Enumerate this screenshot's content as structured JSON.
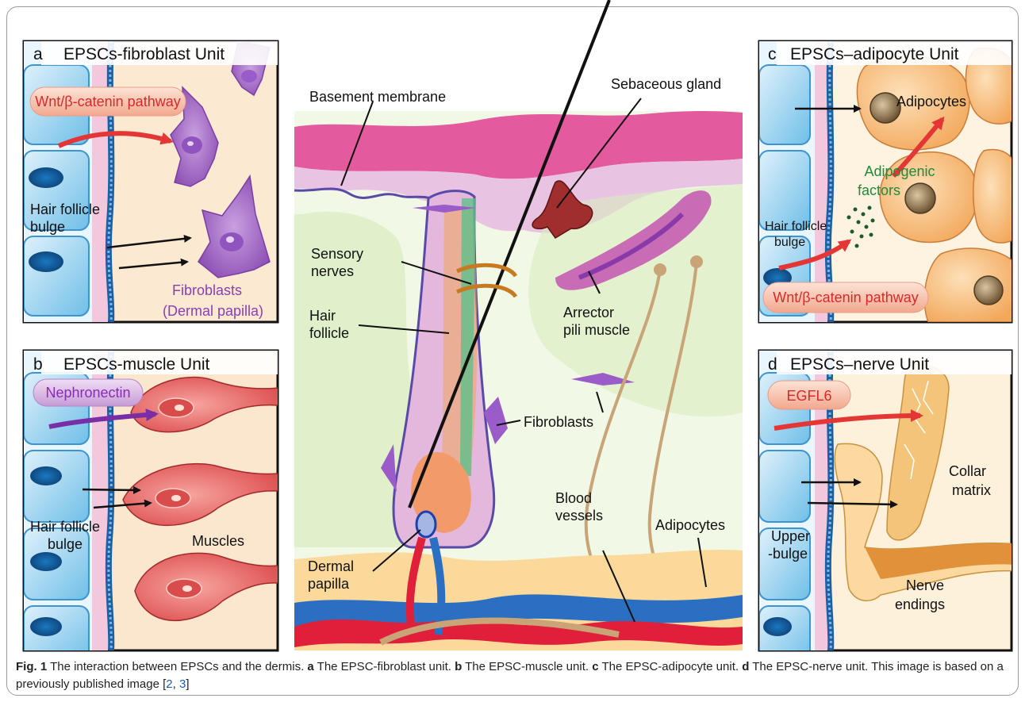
{
  "panels": {
    "a": {
      "letter": "a",
      "title": "EPSCs-fibroblast Unit",
      "pathway": "Wnt/β-catenin pathway",
      "bulge_line1": "Hair follicle",
      "bulge_line2": "bulge",
      "cells_line1": "Fibroblasts",
      "cells_line2": "(Dermal papilla)"
    },
    "b": {
      "letter": "b",
      "title": "EPSCs-muscle Unit",
      "signal": "Nephronectin",
      "bulge_line1": "Hair follicle",
      "bulge_line2": "bulge",
      "cells": "Muscles"
    },
    "c": {
      "letter": "c",
      "title": "EPSCs–adipocyte Unit",
      "cells": "Adipocytes",
      "factors_line1": "Adipogenic",
      "factors_line2": "factors",
      "bulge_line1": "Hair follicle",
      "bulge_line2": "bulge",
      "pathway": "Wnt/β-catenin pathway"
    },
    "d": {
      "letter": "d",
      "title": "EPSCs–nerve Unit",
      "signal": "EGFL6",
      "collar_line1": "Collar",
      "collar_line2": "matrix",
      "bulge_line1": "Upper",
      "bulge_line2": "-bulge",
      "nerve_line1": "Nerve",
      "nerve_line2": "endings"
    }
  },
  "center": {
    "basement_membrane": "Basement membrane",
    "sebaceous_gland": "Sebaceous gland",
    "sensory_line1": "Sensory",
    "sensory_line2": "nerves",
    "follicle_line1": "Hair",
    "follicle_line2": "follicle",
    "arrector_line1": "Arrector",
    "arrector_line2": "pili muscle",
    "fibroblasts": "Fibroblasts",
    "blood_line1": "Blood",
    "blood_line2": "vessels",
    "adipocytes": "Adipocytes",
    "papilla_line1": "Dermal",
    "papilla_line2": "papilla"
  },
  "caption": {
    "fig_label": "Fig. 1",
    "text1": " The interaction between EPSCs and the dermis. ",
    "a": "a",
    "text_a": " The EPSC-fibroblast unit. ",
    "b": "b",
    "text_b": " The EPSC-muscle unit. ",
    "c": "c",
    "text_c": " The EPSC-adipocyte unit. ",
    "d": "d",
    "text_d": " The EPSC-nerve unit. This image is based on a previously published image [",
    "ref1": "2",
    "sep": ", ",
    "ref2": "3",
    "end": "]"
  },
  "colors": {
    "skin_pink": "#e0559a",
    "dermis": "#e8f5d6",
    "follicle_purple": "#7a67c0",
    "fibroblast": "#a46ac6",
    "muscle": "#e46565",
    "adipocyte": "#f4b06a",
    "signal_red": "#e53636",
    "vessel_red": "#e0203a",
    "vessel_blue": "#2a6fc1",
    "nerve_tan": "#c9a477"
  }
}
